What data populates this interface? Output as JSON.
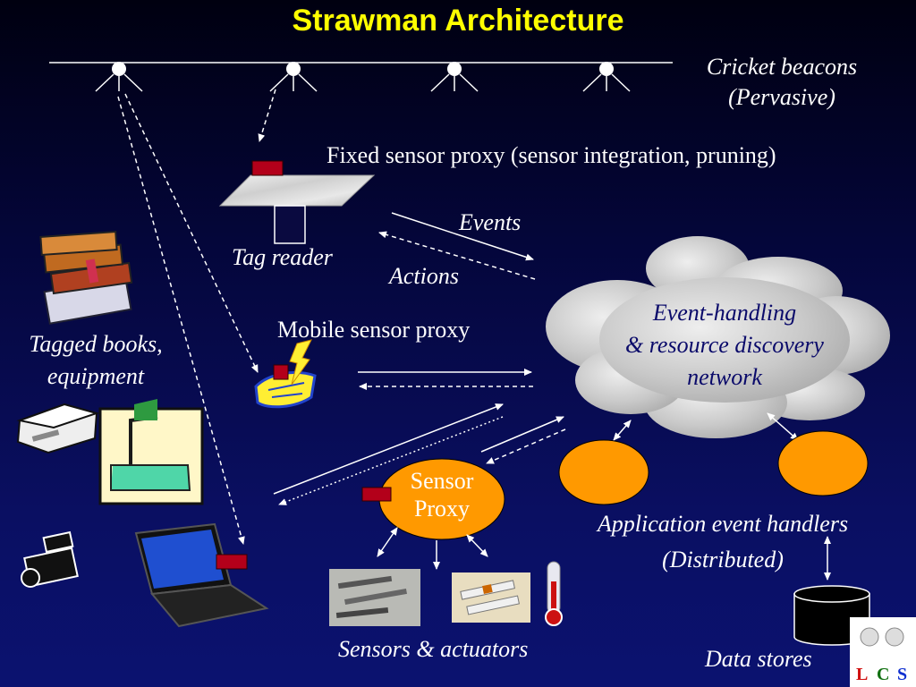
{
  "title": "Strawman Architecture",
  "labels": {
    "cricket_beacons_line1": "Cricket beacons",
    "cricket_beacons_line2": "(Pervasive)",
    "fixed_sensor_proxy": "Fixed sensor proxy (sensor integration,  pruning)",
    "events": "Events",
    "actions": "Actions",
    "tag_reader": "Tag reader",
    "mobile_sensor_proxy": "Mobile sensor proxy",
    "tagged_books_line1": "Tagged books,",
    "tagged_books_line2": "equipment",
    "event_network_line1": "Event-handling",
    "event_network_line2": "& resource discovery",
    "event_network_line3": "network",
    "sensor_proxy_line1": "Sensor",
    "sensor_proxy_line2": "Proxy",
    "app_handlers_line1": "Application event handlers",
    "app_handlers_line2": "(Distributed)",
    "sensors_actuators": "Sensors & actuators",
    "data_stores": "Data stores"
  },
  "logo": {
    "letters": [
      "L",
      "C",
      "S"
    ]
  },
  "colors": {
    "title": "#ffff00",
    "label_text": "#ffffff",
    "orange_nodes": "#ff9900",
    "tag_red": "#b3001a",
    "background_top": "#000010",
    "background_bottom": "#0b1270"
  },
  "icons": [
    "cricket-beacon-icon",
    "books-icon",
    "printer-icon",
    "flask-icon",
    "camcorder-icon",
    "laptop-icon",
    "handshake-icon",
    "sensor-photo-icon",
    "thermometer-icon",
    "database-cylinder-icon",
    "cloud-icon"
  ]
}
